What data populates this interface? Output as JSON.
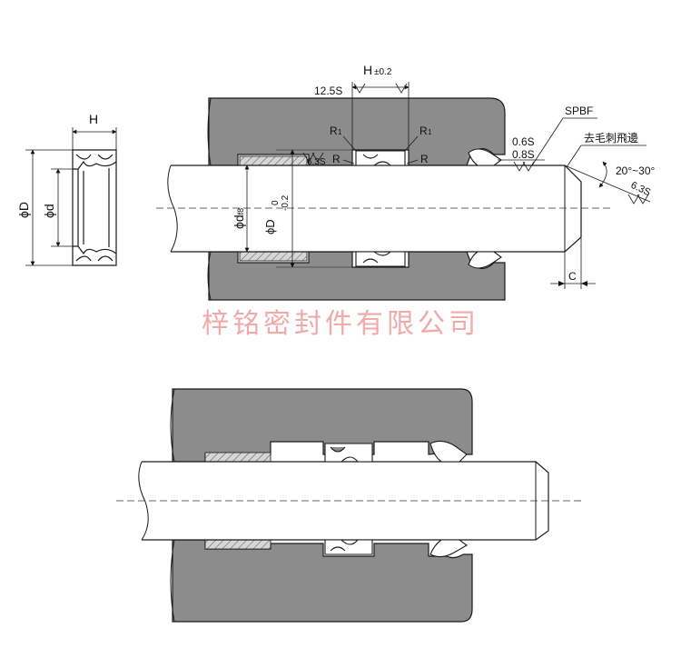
{
  "colors": {
    "housing": "#8c8c8c",
    "line": "#1a1a1a",
    "seal_fill": "#ffffff",
    "guide_ring": "#d6d6d6",
    "watermark": "#f2a9a9",
    "centerline": "#333333"
  },
  "seal_section": {
    "width_label": "H",
    "outer_dia_label": "ϕD",
    "inner_dia_label": "ϕd"
  },
  "installation": {
    "groove_width_label": "H",
    "groove_width_tol": "±0.2",
    "groove_finish": "12.5S",
    "radius_left": "R",
    "radius_left_sub": "1",
    "radius_right": "R",
    "radius_right_sub": "1",
    "r_left": "R",
    "r_right": "R",
    "finish_63": "6.3S",
    "rod_dia_label": "ϕd",
    "rod_dia_tol": "f8",
    "groove_dia_label": "ϕD",
    "groove_dia_tol_upper": "0",
    "groove_dia_tol_lower": "-0.2",
    "wiper_type": "SPBF",
    "finish_06": "0.6S",
    "finish_08": "0.8S",
    "deburr_note": "去毛刺飛邊",
    "chamfer_angle": "20°~30°",
    "chamfer_finish": "6.3S",
    "chamfer_len": "C"
  },
  "watermark": {
    "text": "梓铭密封件有限公司"
  }
}
